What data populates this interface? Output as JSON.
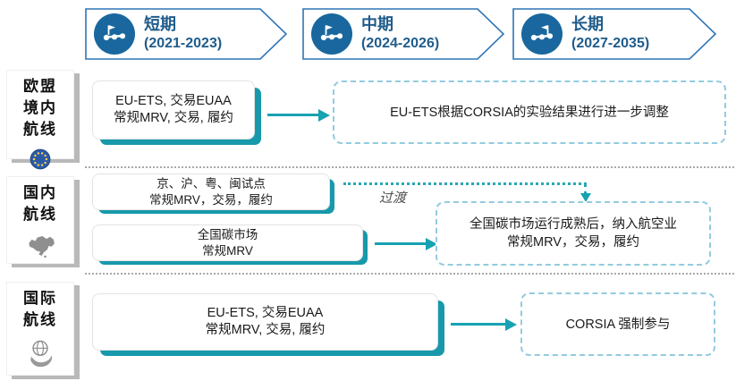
{
  "colors": {
    "header_text_blue": "#1f5c8b",
    "circle_blue": "#19679e",
    "chevron_border_blue": "#2e75b6",
    "teal_accent": "#17a2b2",
    "dashed_border_blue": "#93cbdf",
    "separator_gray": "#a9a9a9"
  },
  "timeline": {
    "phases": [
      {
        "label": "短期",
        "range": "(2021-2023)"
      },
      {
        "label": "中期",
        "range": "(2024-2026)"
      },
      {
        "label": "长期",
        "range": "(2027-2035)"
      }
    ]
  },
  "rows": {
    "eu": {
      "label_l1": "欧盟",
      "label_l2": "境内",
      "label_l3": "航线",
      "box": {
        "l1": "EU-ETS, 交易EUAA",
        "l2": "常规MRV, 交易, 履约"
      },
      "dashed": {
        "l1": "EU-ETS根据CORSIA的实验结果进行进一步调整"
      }
    },
    "domestic": {
      "label_l1": "国内",
      "label_l2": "航线",
      "pilot_box": {
        "l1": "京、沪、粤、闽试点",
        "l2": "常规MRV，交易，履约"
      },
      "transition_label": "过渡",
      "national_box": {
        "l1": "全国碳市场",
        "l2": "常规MRV"
      },
      "dashed": {
        "l1": "全国碳市场运行成熟后，纳入航空业",
        "l2": "常规MRV，交易，履约"
      }
    },
    "international": {
      "label_l1": "国际",
      "label_l2": "航线",
      "box": {
        "l1": "EU-ETS, 交易EUAA",
        "l2": "常规MRV, 交易, 履约"
      },
      "dashed": {
        "l1": "CORSIA 强制参与"
      }
    }
  }
}
